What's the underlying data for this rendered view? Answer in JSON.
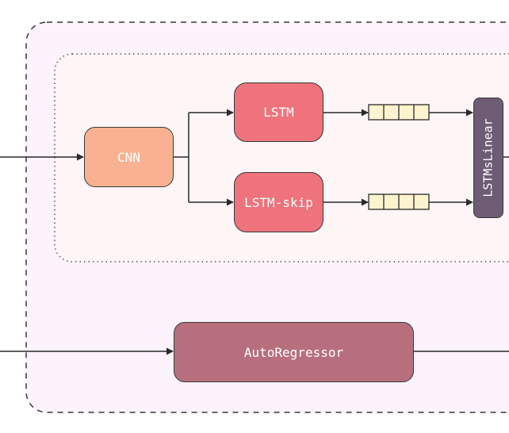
{
  "diagram": {
    "nodes": {
      "cnn": "CNN",
      "lstm": "LSTM",
      "lstm_skip": "LSTM-skip",
      "lstms_linear": "LSTMsLinear",
      "autoregressor": "AutoRegressor"
    },
    "buffer_cells": 4,
    "colors": {
      "outer_container_fill": "#fcf3fd",
      "inner_container_fill": "#fdf5f6",
      "cnn": "#f9b191",
      "lstm": "#ee737c",
      "lstm_skip": "#ee737c",
      "lstms_linear": "#6e5b74",
      "autoregressor": "#b76f7e",
      "buffer_cell": "#fdf3cf",
      "line": "#2a2a2a"
    }
  }
}
